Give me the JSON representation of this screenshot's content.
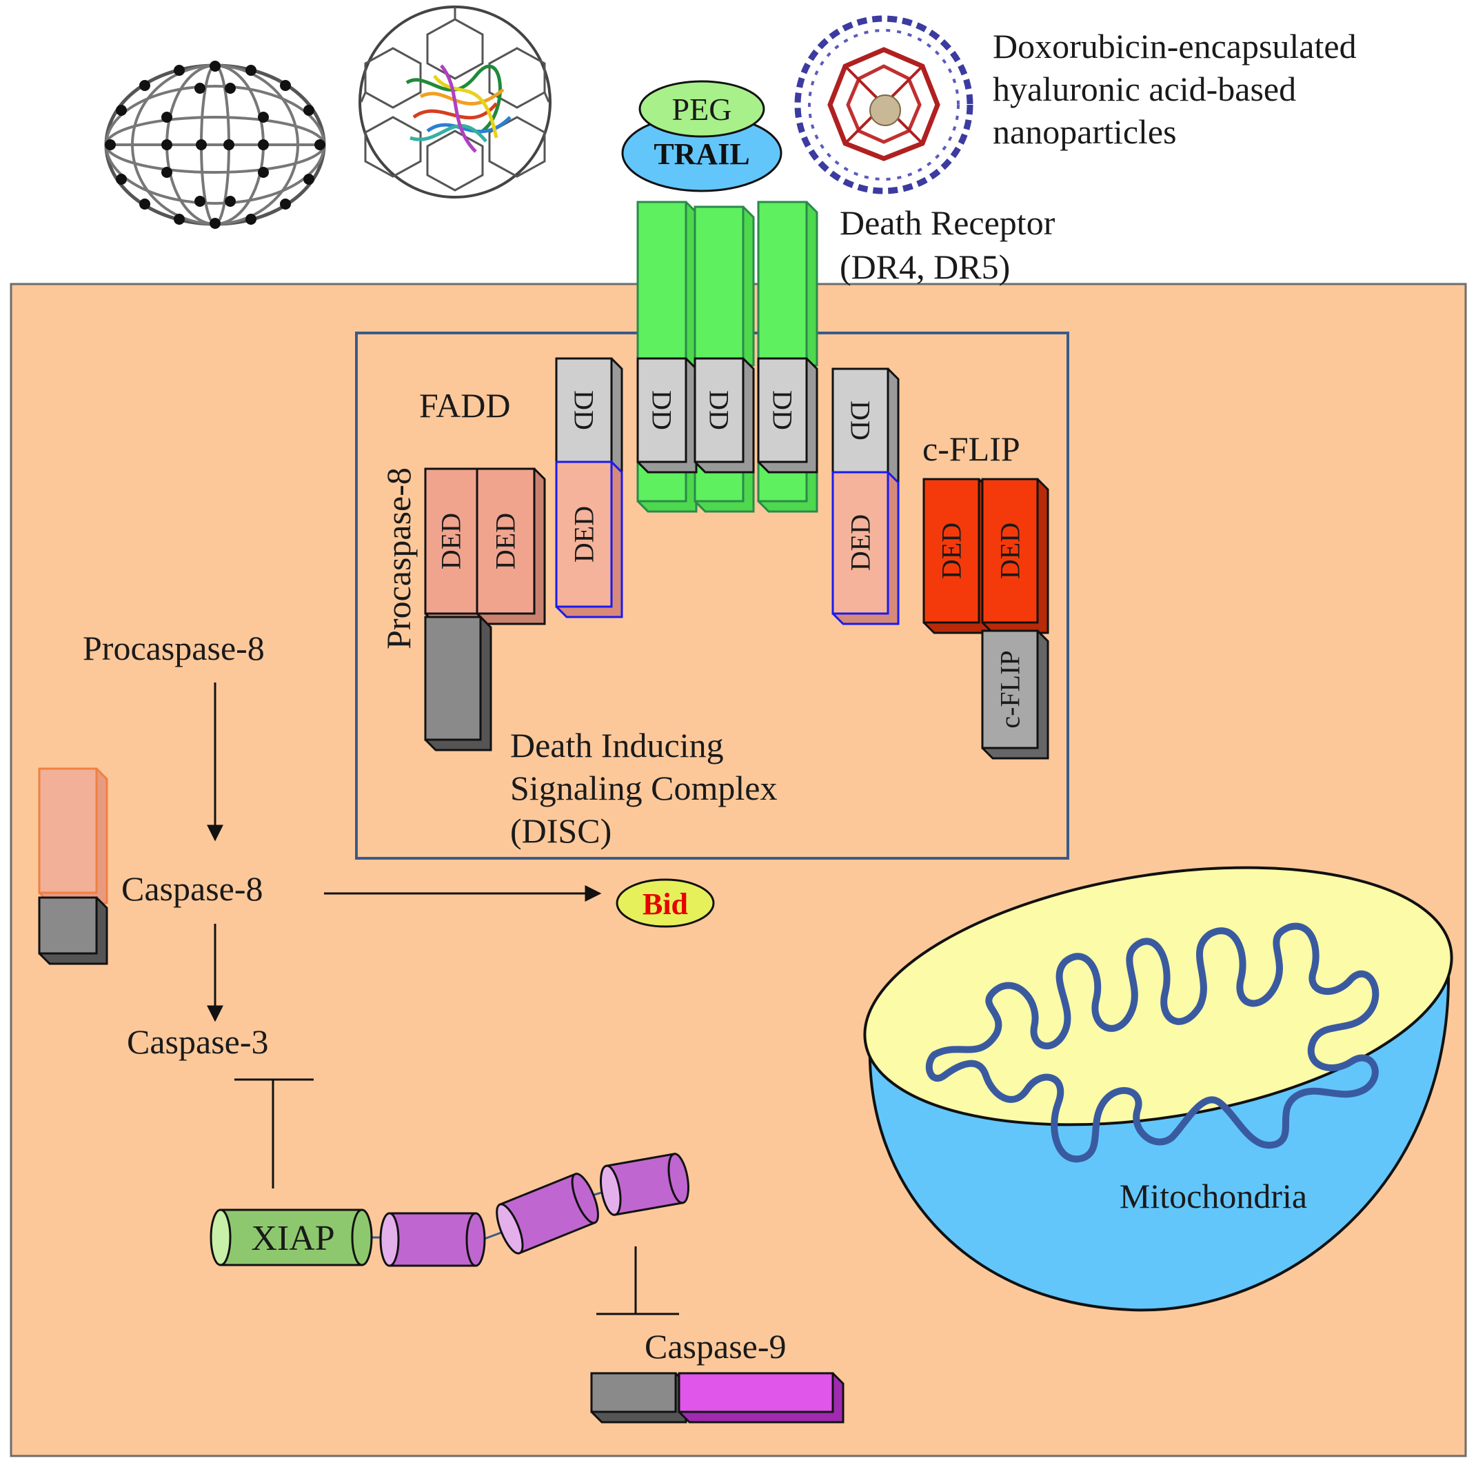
{
  "nanoparticle": {
    "line1": "Doxorubicin-encapsulated",
    "line2": "hyaluronic acid-based",
    "line3": "nanoparticles"
  },
  "ligand": {
    "peg": "PEG",
    "trail": "TRAIL"
  },
  "receptor": {
    "line1": "Death Receptor",
    "line2": "(DR4, DR5)"
  },
  "disc": {
    "fadd": "FADD",
    "procaspase8_vertical": "Procaspase-8",
    "cflip": "c-FLIP",
    "cflip_box": "c-FLIP",
    "dd": "DD",
    "ded": "DED",
    "line1": "Death Inducing",
    "line2": "Signaling Complex",
    "line3": "(DISC)"
  },
  "pathway": {
    "procaspase8": "Procaspase-8",
    "caspase8": "Caspase-8",
    "bid": "Bid",
    "caspase3": "Caspase-3",
    "xiap": "XIAP",
    "caspase9": "Caspase-9",
    "mitochondria": "Mitochondria"
  },
  "colors": {
    "cell_fill": "#fcc89a",
    "receptor_green": "#5ef05e",
    "dd_gray": "#cfcfcf",
    "ded_salmon": "#f4b39a",
    "cflip_red": "#f43a0a",
    "xiap_green": "#a9e08a",
    "xiap_magenta": "#d47fe0",
    "caspase9_magenta": "#e056ea",
    "mito_blue": "#62c6fb",
    "mito_yellow": "#fbfba8",
    "peg_green": "#a8f08a",
    "trail_blue": "#62c6fb",
    "bid_yellow": "#e6f05a",
    "bid_red": "#e60000",
    "disc_border": "#3a5a8a"
  }
}
